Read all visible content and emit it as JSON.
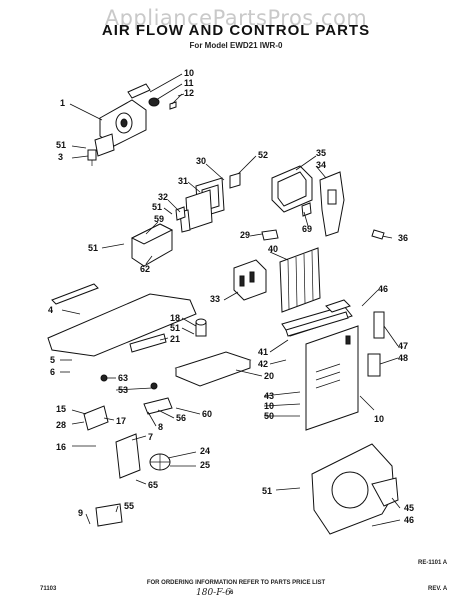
{
  "watermark": "AppliancePartsPros.com",
  "header": {
    "title": "AIR FLOW AND CONTROL PARTS",
    "subtitle": "For Model EWD21 IWR-0"
  },
  "callouts": [
    "10",
    "11",
    "12",
    "1",
    "51",
    "3",
    "30",
    "52",
    "35",
    "34",
    "31",
    "32",
    "51",
    "59",
    "69",
    "29",
    "36",
    "40",
    "51",
    "62",
    "33",
    "46",
    "4",
    "18",
    "51",
    "21",
    "5",
    "6",
    "41",
    "42",
    "47",
    "48",
    "63",
    "53",
    "15",
    "28",
    "17",
    "7",
    "16",
    "8",
    "56",
    "60",
    "20",
    "43",
    "10",
    "50",
    "10",
    "24",
    "25",
    "65",
    "9",
    "55",
    "51",
    "45",
    "46"
  ],
  "footer": {
    "ordering_note": "FOR ORDERING INFORMATION REFER TO PARTS PRICE LIST",
    "page_number": "6",
    "handwritten": "180-F-6",
    "left_code": "71103",
    "figure_id": "RE-1101 A",
    "revision": "REV. A"
  }
}
